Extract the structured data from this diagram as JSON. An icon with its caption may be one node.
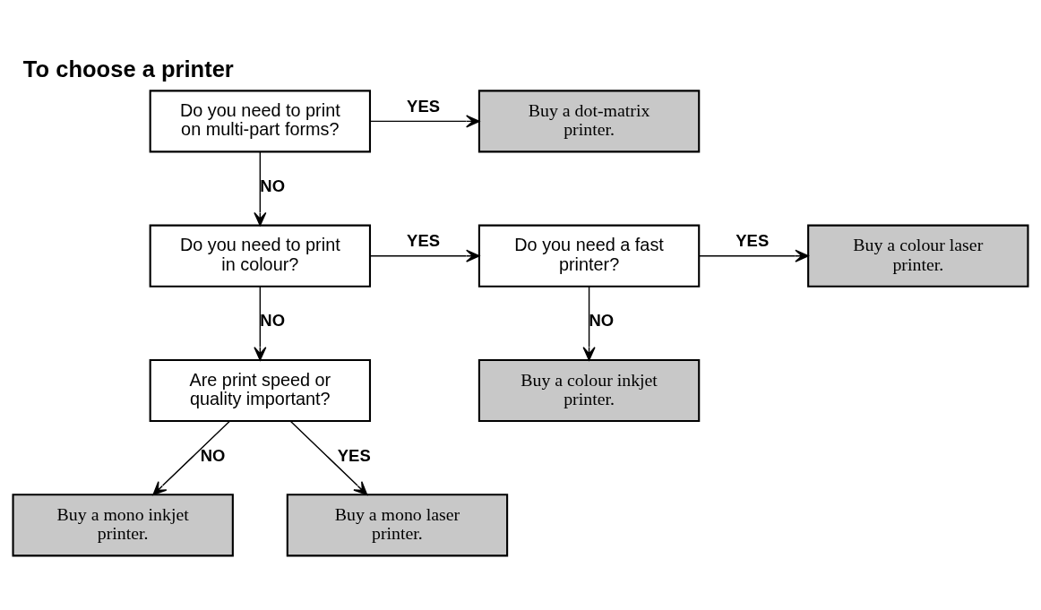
{
  "diagram": {
    "title": "To choose a printer",
    "nodes": [
      {
        "text": [
          "Do you need to print on multi-part forms?"
        ]
      },
      {
        "text": [
          "Buy a dot-matrix printer."
        ]
      },
      {
        "text": [
          "Do you need to print in colour?"
        ]
      },
      {
        "text": [
          "Do you need a fast printer?"
        ]
      },
      {
        "text": [
          "Buy a colour laser printer."
        ]
      },
      {
        "text": [
          "Are print speed or quality important?"
        ]
      },
      {
        "text": [
          "Buy a colour inkjet printer."
        ]
      },
      {
        "text": [
          "Buy a mono inkjet printer."
        ]
      },
      {
        "text": [
          "Buy a mono laser printer."
        ]
      }
    ],
    "edges": [
      {
        "from": 0,
        "to": 1,
        "arrow": "to",
        "label": "YES"
      },
      {
        "from": 0,
        "to": 2,
        "arrow": "to",
        "label": "NO"
      },
      {
        "from": 2,
        "to": 3,
        "arrow": "to",
        "label": "YES"
      },
      {
        "from": 3,
        "to": 4,
        "arrow": "to",
        "label": "YES"
      },
      {
        "from": 2,
        "to": 5,
        "arrow": "to",
        "label": "NO"
      },
      {
        "from": 3,
        "to": 6,
        "arrow": "to",
        "label": "NO"
      },
      {
        "from": 5,
        "to": 7,
        "arrow": "to",
        "label": "NO"
      },
      {
        "from": 5,
        "to": 8,
        "arrow": "to",
        "label": "YES"
      }
    ]
  }
}
